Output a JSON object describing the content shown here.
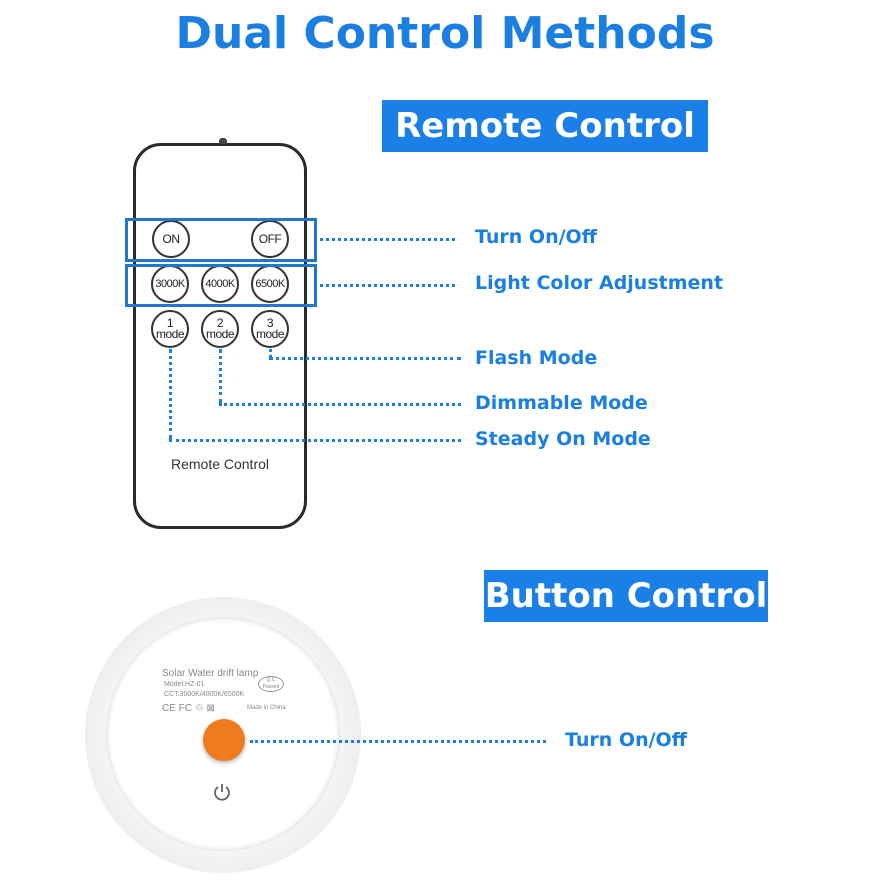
{
  "title": "Dual Control Methods",
  "remote_section": {
    "banner": "Remote Control",
    "remote_label": "Remote Control",
    "buttons": {
      "on": "ON",
      "off": "OFF",
      "k3000": "3000K",
      "k4000": "4000K",
      "k6500": "6500K",
      "mode1_num": "1",
      "mode2_num": "2",
      "mode3_num": "3",
      "mode_word": "mode"
    },
    "callouts": {
      "power": "Turn On/Off",
      "color": "Light Color Adjustment",
      "flash": "Flash Mode",
      "dim": "Dimmable Mode",
      "steady": "Steady On Mode"
    }
  },
  "button_section": {
    "banner": "Button Control",
    "lamp_text": {
      "name": "Solar Water drift lamp",
      "model": "Model:HZ-01",
      "cct": "CCT:3000K/4000K/6500K",
      "badge": "Q.C Passed",
      "certs": "CE  FC  ♲  ⊠",
      "origin": "Made in China"
    },
    "callout": "Turn On/Off"
  },
  "colors": {
    "accent": "#1a7fe0",
    "button_orange": "#f07a1f"
  }
}
